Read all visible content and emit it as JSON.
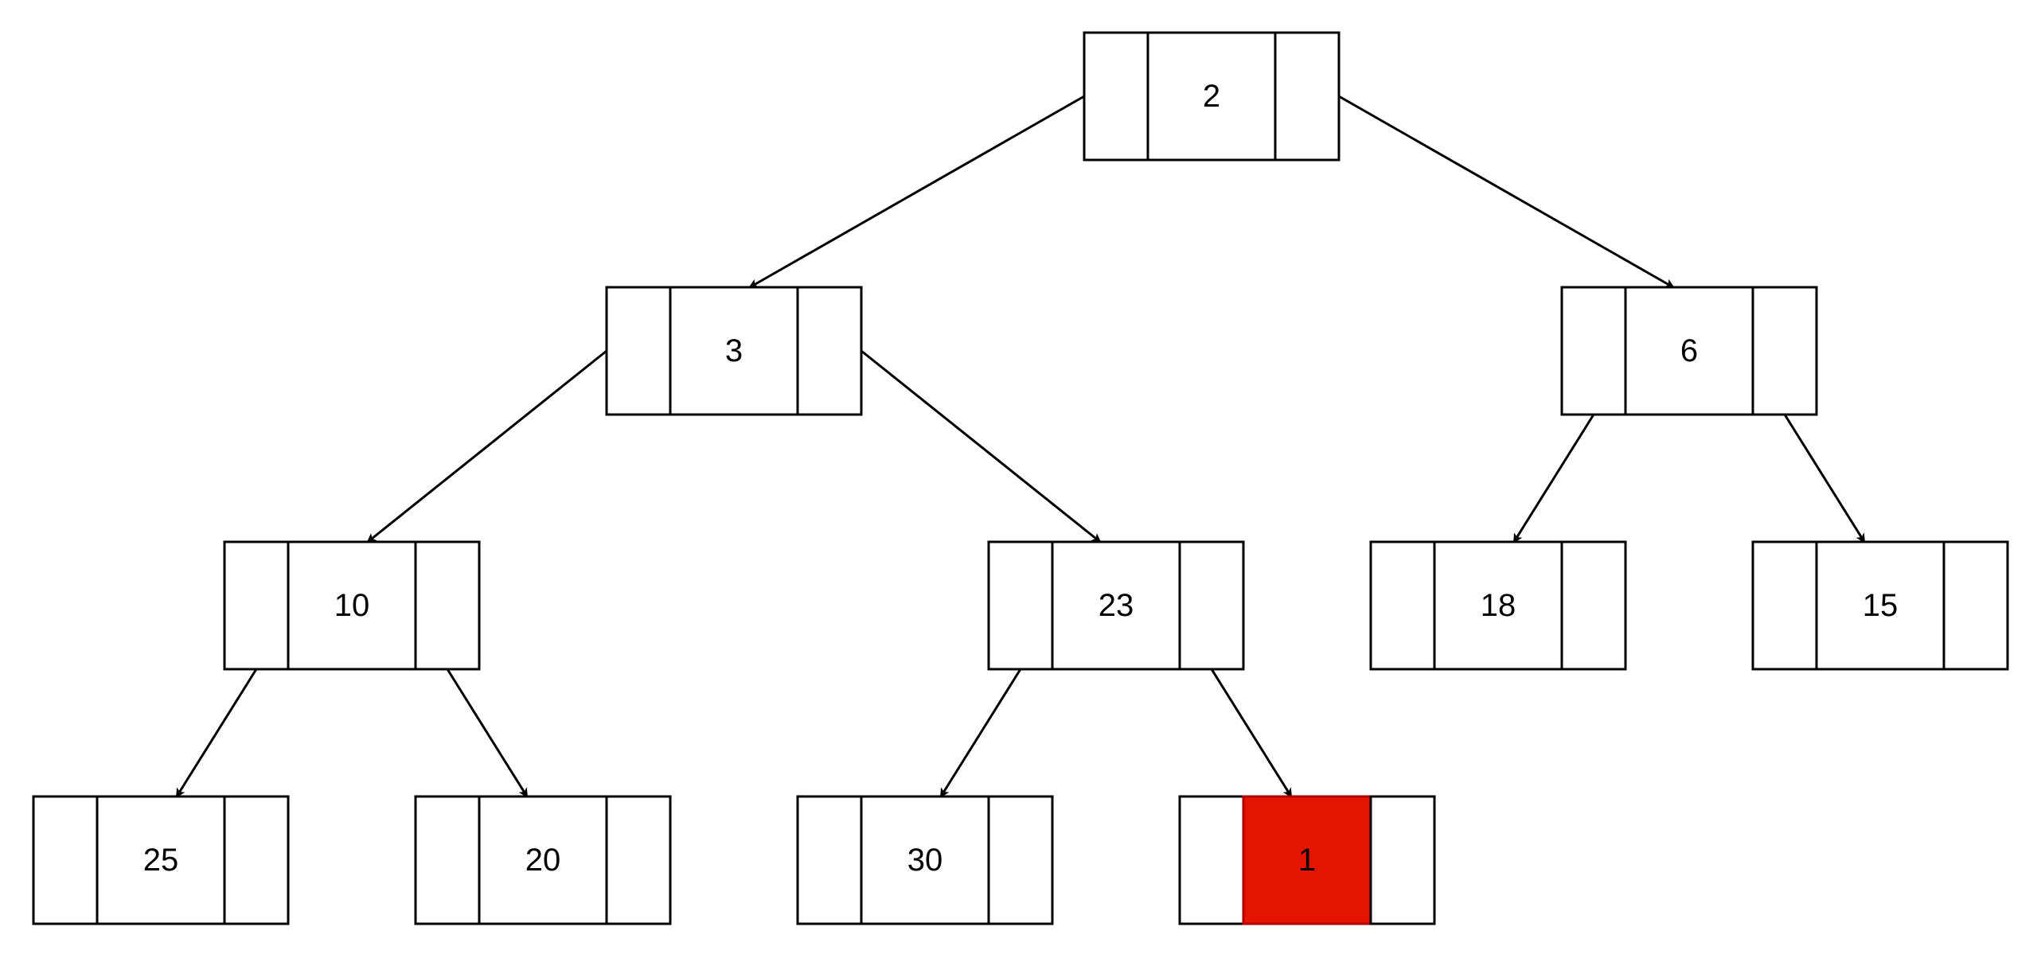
{
  "nodes": [
    {
      "id": "n2",
      "value": "2",
      "highlighted": false
    },
    {
      "id": "n3",
      "value": "3",
      "highlighted": false
    },
    {
      "id": "n6",
      "value": "6",
      "highlighted": false
    },
    {
      "id": "n10",
      "value": "10",
      "highlighted": false
    },
    {
      "id": "n23",
      "value": "23",
      "highlighted": false
    },
    {
      "id": "n18",
      "value": "18",
      "highlighted": false
    },
    {
      "id": "n15",
      "value": "15",
      "highlighted": false
    },
    {
      "id": "n25",
      "value": "25",
      "highlighted": false
    },
    {
      "id": "n20",
      "value": "20",
      "highlighted": false
    },
    {
      "id": "n30",
      "value": "30",
      "highlighted": false
    },
    {
      "id": "n1",
      "value": "1",
      "highlighted": true
    }
  ],
  "edges": [
    {
      "from": "n2",
      "to": "n3"
    },
    {
      "from": "n2",
      "to": "n6"
    },
    {
      "from": "n3",
      "to": "n10"
    },
    {
      "from": "n3",
      "to": "n23"
    },
    {
      "from": "n6",
      "to": "n18"
    },
    {
      "from": "n6",
      "to": "n15"
    },
    {
      "from": "n10",
      "to": "n25"
    },
    {
      "from": "n10",
      "to": "n20"
    },
    {
      "from": "n23",
      "to": "n30"
    },
    {
      "from": "n23",
      "to": "n1"
    }
  ],
  "colors": {
    "highlight_fill": "#e51400",
    "highlight_text": "#ffffff",
    "stroke": "#000000",
    "fill": "#ffffff"
  }
}
